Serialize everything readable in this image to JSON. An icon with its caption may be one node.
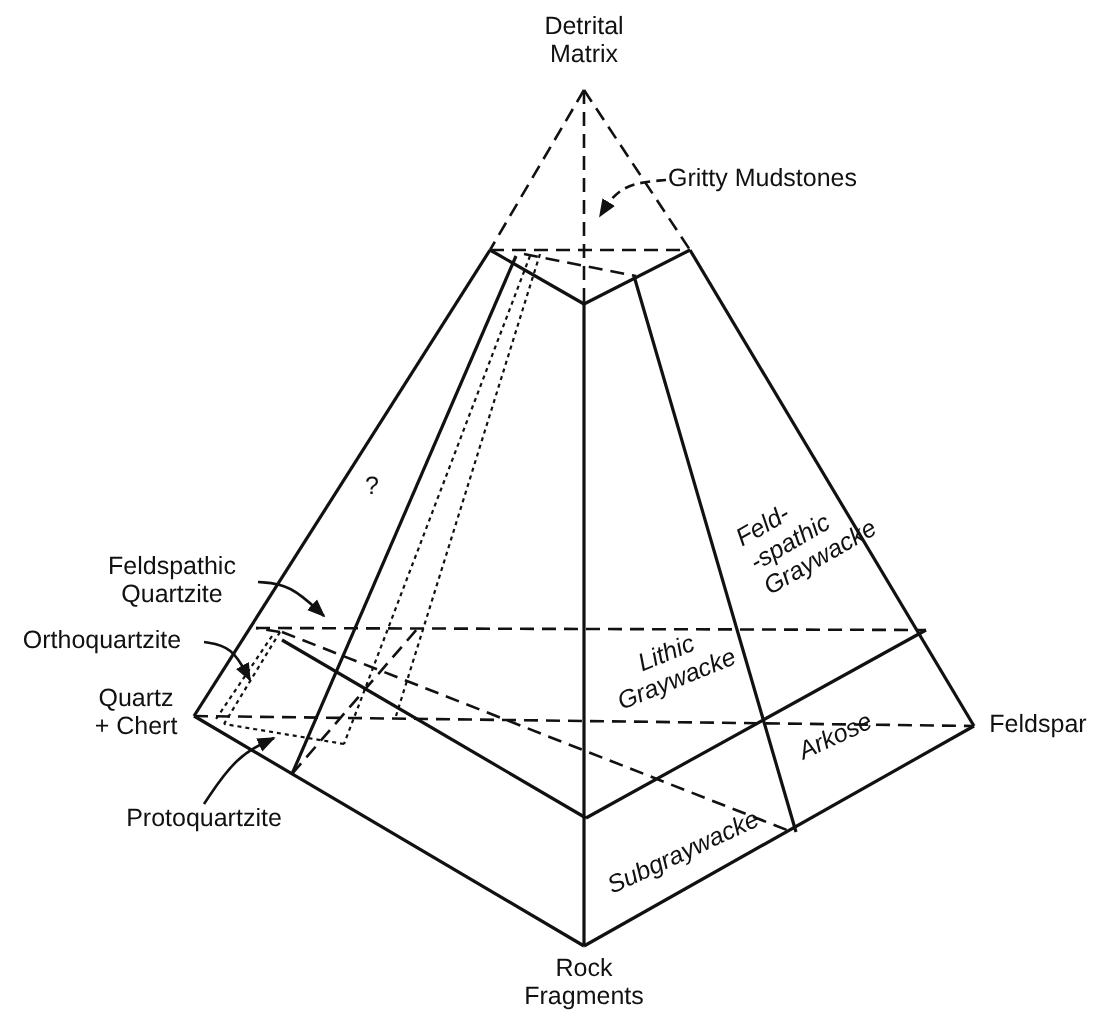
{
  "diagram": {
    "nodes": [
      {
        "text": [
          "Gritty Mudstones"
        ]
      },
      {
        "text": [
          "Feldspathic Quartzite"
        ]
      },
      {
        "text": [
          "Orthoquartzite"
        ]
      },
      {
        "text": [
          "Protoquartzite"
        ]
      }
    ],
    "edges": [
      {
        "from": 0,
        "to": null,
        "arrow": "to",
        "style": "dashed"
      },
      {
        "from": 1,
        "to": null,
        "arrow": "to"
      },
      {
        "from": 2,
        "to": null,
        "arrow": "to"
      },
      {
        "from": 3,
        "to": null,
        "arrow": "to"
      }
    ],
    "labels": [
      "Detrital Matrix",
      "?",
      "Feld- -spathic Graywacke",
      "Lithic Graywacke",
      "Quartz + Chert",
      "Feldspar",
      "Arkose",
      "Subgraywacke",
      "Rock Fragments"
    ]
  }
}
